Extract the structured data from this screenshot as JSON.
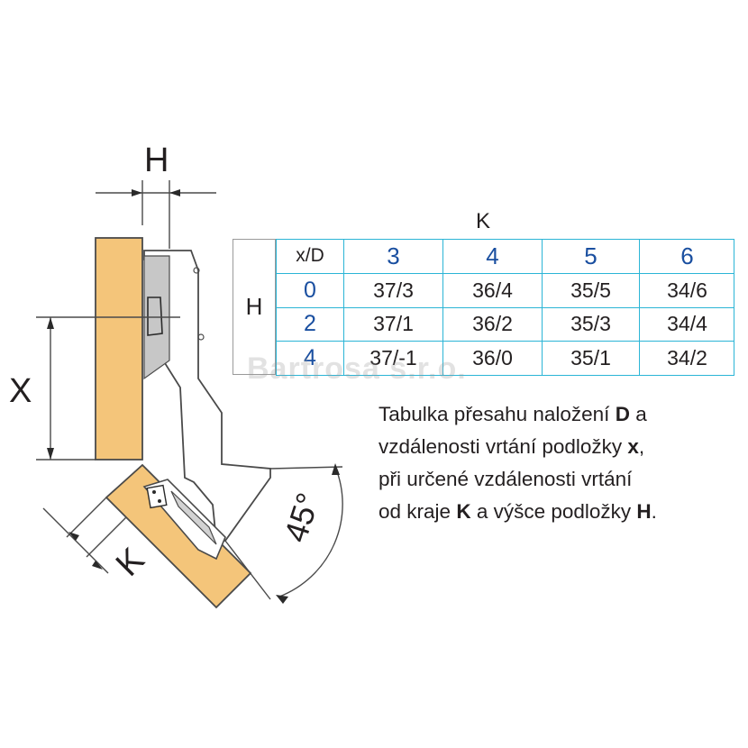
{
  "colors": {
    "wood_fill": "#f4c57a",
    "outline": "#4a4a4a",
    "table_grid": "#2bb5d6",
    "header_value": "#1a4fa0"
  },
  "dimensions": {
    "h_label": "H",
    "x_label": "X",
    "k_label": "K",
    "angle_label": "45°"
  },
  "table": {
    "column_group": "K",
    "row_group": "H",
    "corner": "x/D",
    "columns": [
      "3",
      "4",
      "5",
      "6"
    ],
    "rows": [
      {
        "h": "0",
        "values": [
          "37/3",
          "36/4",
          "35/5",
          "34/6"
        ]
      },
      {
        "h": "2",
        "values": [
          "37/1",
          "36/2",
          "35/3",
          "34/4"
        ]
      },
      {
        "h": "4",
        "values": [
          "37/-1",
          "36/0",
          "35/1",
          "34/2"
        ]
      }
    ]
  },
  "description": {
    "line1_text": "Tabulka přesahu naložení ",
    "line1_bold": "D",
    "line1_end": " a",
    "line2_text": "vzdálenosti vrtání podložky ",
    "line2_bold": "x",
    "line2_end": ",",
    "line3_text": "při určené vzdálenosti vrtání",
    "line4_text": "od kraje ",
    "line4_bold1": "K",
    "line4_mid": " a výšce podložky ",
    "line4_bold2": "H",
    "line4_end": "."
  },
  "watermark": "Bartrosa s.r.o."
}
